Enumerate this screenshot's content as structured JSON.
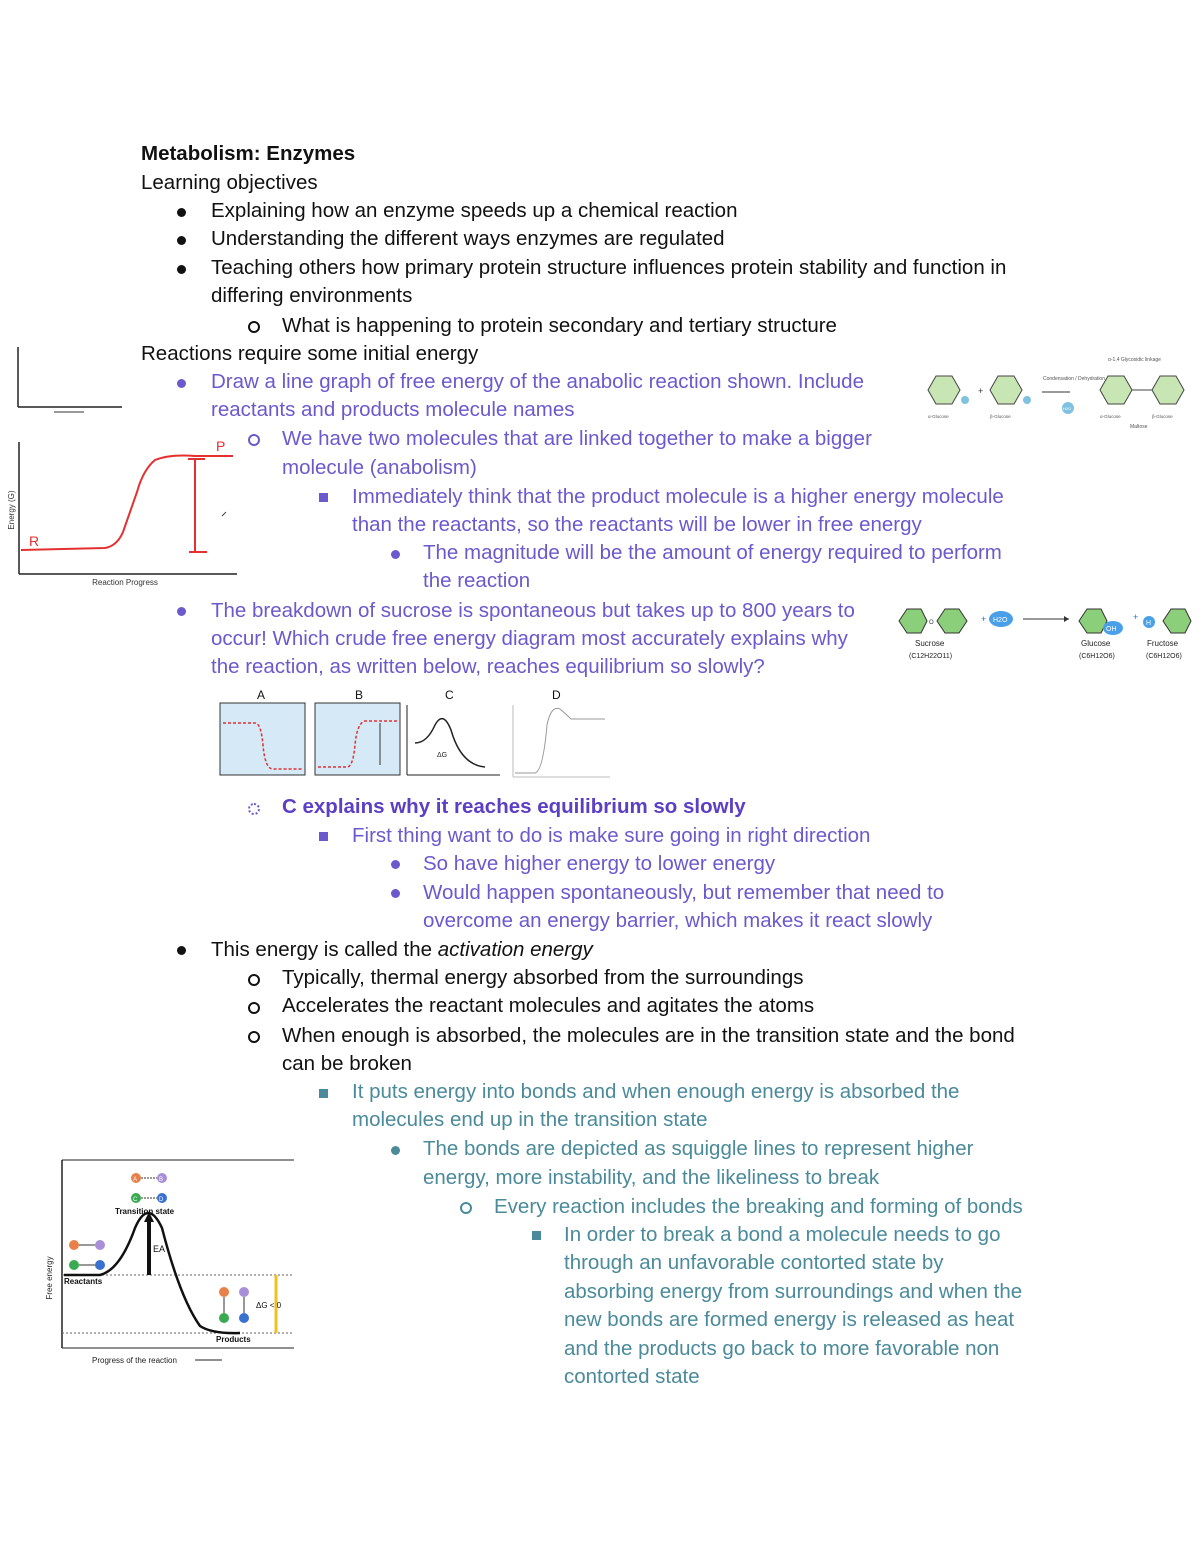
{
  "doc": {
    "title": "Metabolism: Enzymes",
    "lines": [
      "Learning objectives",
      "Explaining how an enzyme speeds up a chemical reaction",
      "Understanding the different ways enzymes are regulated",
      "Teaching others how primary protein structure influences protein stability and function in",
      "differing environments",
      "What is happening to protein secondary and tertiary structure",
      "Reactions require some initial energy",
      "Draw a line graph of free energy of the anabolic reaction shown. Include",
      "reactants and products molecule names",
      "We have two molecules that are linked together to make a bigger",
      "molecule (anabolism)",
      "Immediately think that the product molecule is a higher energy molecule",
      "than the reactants, so the reactants will be lower in free energy",
      "The magnitude will be the amount of energy required to perform",
      "the reaction",
      "The breakdown of sucrose is spontaneous but takes up to 800 years to",
      "occur! Which crude free energy diagram most accurately explains why",
      "the reaction, as written below, reaches equilibrium so slowly?",
      "C explains why it reaches equilibrium so slowly",
      "First thing want to do is make sure going in right direction",
      "So have higher energy to lower energy",
      "Would happen spontaneously, but remember that need to",
      "overcome an energy barrier, which makes it react slowly",
      "This energy is called the ",
      "activation energy",
      "Typically, thermal energy absorbed from the surroundings",
      "Accelerates the reactant molecules and agitates the atoms",
      "When enough is absorbed, the molecules are in the transition state and the bond",
      "can be broken",
      "It puts energy into bonds and when enough energy is absorbed the",
      "molecules end up in the transition state",
      "The bonds are depicted as squiggle lines to represent higher",
      "energy, more instability, and the likeliness to break",
      "Every reaction includes the breaking and forming of bonds",
      "In order to break a bond a molecule needs to go",
      "through an unfavorable contorted state by",
      "absorbing energy from surroundings and when the",
      "new bonds are formed energy is released as heat",
      "and the products go back to more favorable non",
      "contorted state"
    ]
  },
  "hand_graph": {
    "xlabel": "Reaction Progress",
    "ylabel": "Energy (G)",
    "label_r": "R",
    "label_p": "P"
  },
  "choices": {
    "labels": [
      "A",
      "B",
      "C",
      "D"
    ],
    "c_dg": "ΔG"
  },
  "sucrose": {
    "sucrose": "Sucrose",
    "sucrose_f": "(C12H22O11)",
    "glucose": "Glucose",
    "glucose_f": "(C6H12O6)",
    "fructose": "Fructose",
    "fructose_f": "(C6H12O6)",
    "water": "H2O",
    "oh": "OH",
    "h": "H"
  },
  "maltose": {
    "top": "α-1,4 Glycosidic linkage",
    "left1": "α-Glucose",
    "left2": "β-Glucose",
    "mid": "Condensation / Dehydration",
    "water": "H2O",
    "right1": "α-Glucose",
    "right2": "β-Glucose",
    "bottom": "Maltose"
  },
  "ts_diagram": {
    "ylabel": "Free energy",
    "xlabel": "Progress of the reaction",
    "transition": "Transition state",
    "reactants": "Reactants",
    "products": "Products",
    "ea": "EA",
    "dg": "ΔG < 0",
    "atoms": [
      "A",
      "B",
      "C",
      "D"
    ]
  }
}
